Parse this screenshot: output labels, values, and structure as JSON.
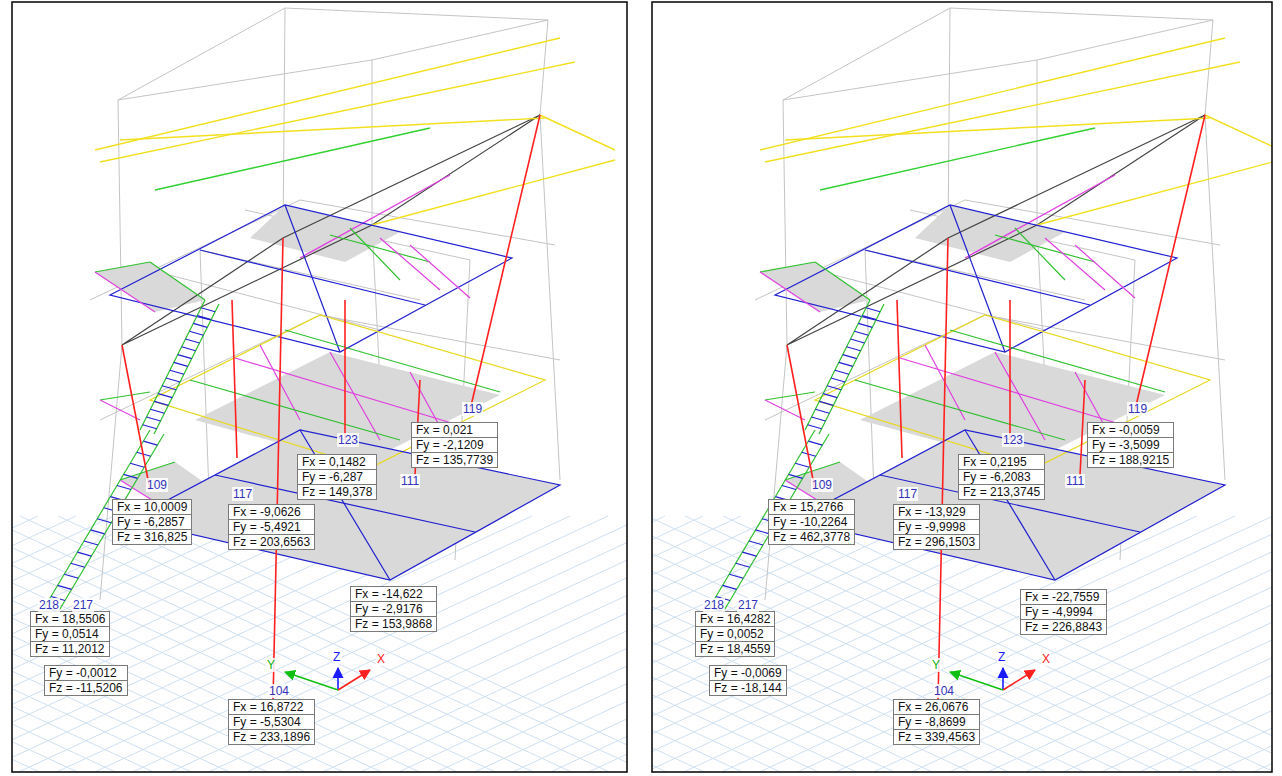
{
  "diagram": {
    "nodes": [
      {
        "text": [
          "Fx = 0,1482",
          "Fy = -6,287",
          "Fz = 149,378"
        ]
      },
      {
        "text": [
          "Fx = -9,0626",
          "Fy = -5,4921",
          "Fz = 203,6563"
        ]
      },
      {
        "text": [
          "Fx = 0,021",
          "Fy = -2,1209",
          "Fz = 135,7739"
        ]
      },
      {
        "text": [
          "Fx = 10,0009",
          "Fy = -6,2857",
          "Fz = 316,825"
        ]
      },
      {
        "text": [
          "Fx = -14,622",
          "Fy = -2,9176",
          "Fz = 153,9868"
        ]
      },
      {
        "text": [
          "Fx = 18,5506",
          "Fy = 0,0514",
          "Fz = 11,2012"
        ]
      },
      {
        "text": [
          "Fy = -0,0012",
          "Fz = -11,5206"
        ]
      },
      {
        "text": [
          "Fx = 16,8722",
          "Fy = -5,5304",
          "Fz = 233,1896"
        ]
      },
      {
        "text": [
          "Fx = 0,2195",
          "Fy = -6,2083",
          "Fz = 213,3745"
        ]
      },
      {
        "text": [
          "Fx = -13,929",
          "Fy = -9,9998",
          "Fz = 296,1503"
        ]
      },
      {
        "text": [
          "Fx = -0,0059",
          "Fy = -3,5099",
          "Fz = 188,9215"
        ]
      },
      {
        "text": [
          "Fx = 15,2766",
          "Fy = -10,2264",
          "Fz = 462,3778"
        ]
      },
      {
        "text": [
          "Fx = -22,7559",
          "Fy = -4,9994",
          "Fz = 226,8843"
        ]
      },
      {
        "text": [
          "Fx = 16,4282",
          "Fy = 0,0052",
          "Fz = 18,4559"
        ]
      },
      {
        "text": [
          "Fy = -0,0069",
          "Fz = -18,144"
        ]
      },
      {
        "text": [
          "Fx = 26,0676",
          "Fy = -8,8699",
          "Fz = 339,4563"
        ]
      }
    ],
    "labels": [
      "123",
      "117",
      "119",
      "109",
      "111",
      "218",
      "217",
      "Y",
      "104",
      "Z",
      "X",
      "123",
      "117",
      "119",
      "109",
      "111",
      "218",
      "217",
      "Y",
      "104",
      "Z",
      "X"
    ]
  }
}
